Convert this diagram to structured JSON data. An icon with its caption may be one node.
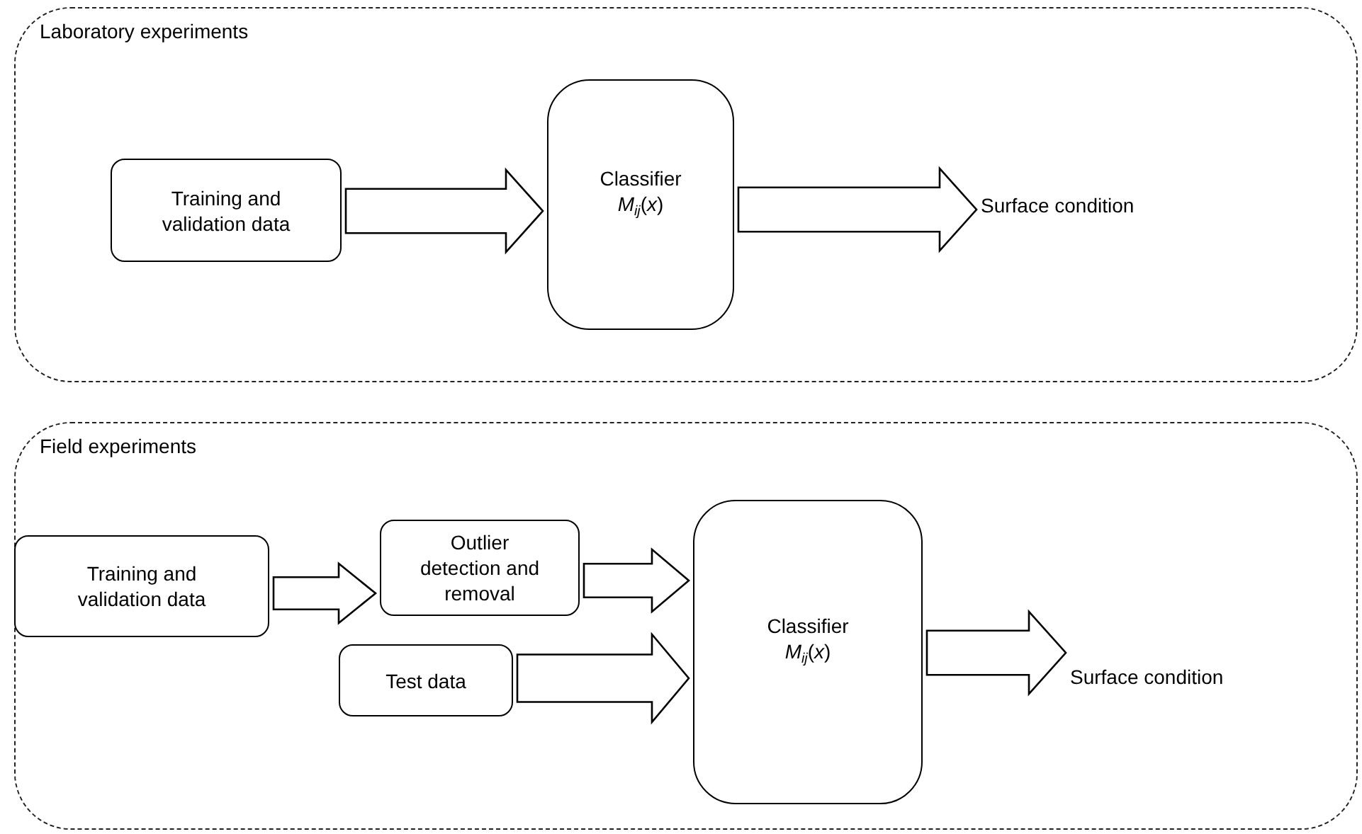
{
  "diagram": {
    "nodes": [
      {
        "text": [
          "Laboratory experiments"
        ]
      },
      {
        "text": [
          "Training and validation data"
        ],
        "in": 0
      },
      {
        "text": [
          "Classifier",
          "*M*$_{ij}$(*x*)"
        ],
        "in": 0
      },
      {
        "text": [
          "Surface condition"
        ],
        "in": 0
      },
      {
        "text": [
          "Field experiments"
        ]
      },
      {
        "text": [
          "Training and validation data"
        ],
        "in": 4
      },
      {
        "text": [
          "Outlier detection and removal"
        ],
        "in": 4
      },
      {
        "text": [
          "Test data"
        ],
        "in": 4
      },
      {
        "text": [
          "Classifier",
          "*M*$_{ij}$(*x*)"
        ],
        "in": 4
      },
      {
        "text": [
          "Surface condition"
        ],
        "in": 4
      }
    ],
    "edges": [
      {
        "from": 1,
        "to": 2,
        "arrow": "to"
      },
      {
        "from": 2,
        "to": 3,
        "arrow": "to"
      },
      {
        "from": 5,
        "to": 6,
        "arrow": "to"
      },
      {
        "from": 6,
        "to": 8,
        "arrow": "to"
      },
      {
        "from": 7,
        "to": 8,
        "arrow": "to"
      },
      {
        "from": 8,
        "to": 9,
        "arrow": "to"
      }
    ]
  }
}
